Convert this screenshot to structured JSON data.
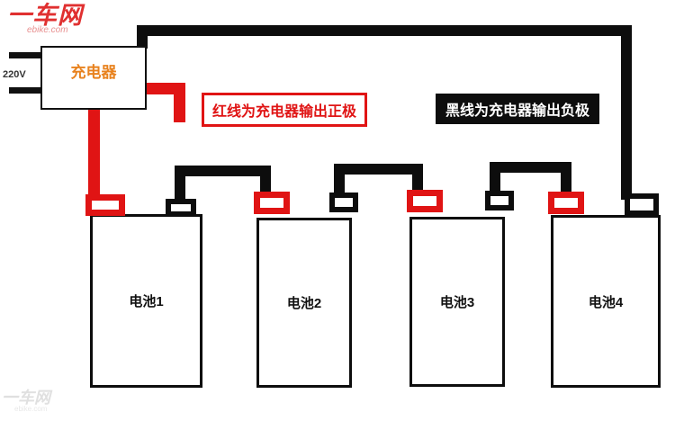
{
  "logo": {
    "text": "一车网",
    "subtext": "ebike.com"
  },
  "watermark": {
    "text": "一车网",
    "subtext": "ebike.com"
  },
  "charger": {
    "label": "充电器",
    "input_voltage": "220V"
  },
  "notes": {
    "red": "红线为充电器输出正极",
    "black": "黑线为充电器输出负极"
  },
  "batteries": [
    {
      "label": "电池1"
    },
    {
      "label": "电池2"
    },
    {
      "label": "电池3"
    },
    {
      "label": "电池4"
    }
  ],
  "colors": {
    "wire_black": "#0d0d0d",
    "wire_red": "#e01414",
    "charger_label_orange": "#e8821e",
    "logo_red": "#e03030"
  }
}
